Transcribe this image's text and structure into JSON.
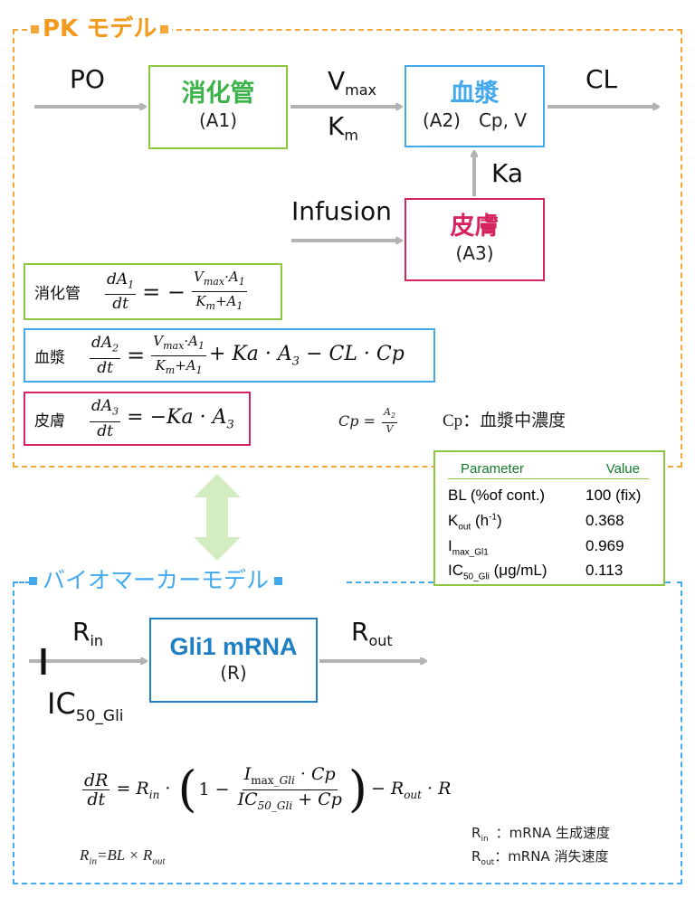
{
  "pk_model": {
    "title": "PK モデル",
    "inputs": {
      "po": "PO",
      "infusion": "Infusion"
    },
    "flow_labels": {
      "vmax_base": "V",
      "vmax_sub": "max",
      "km_base": "K",
      "km_sub": "m",
      "cl": "CL",
      "ka": "Ka"
    },
    "compartments": [
      {
        "id": "A1",
        "name": "消化管",
        "label": "(A1)",
        "color": "#3bb34a"
      },
      {
        "id": "A2",
        "name": "血漿",
        "label": "(A2)　Cp, V",
        "color": "#43a9ee"
      },
      {
        "id": "A3",
        "name": "皮膚",
        "label": "(A3)",
        "color": "#d6245f"
      }
    ],
    "equations": [
      {
        "name": "消化管",
        "lhs_num": "dA",
        "lhs_num_sub": "1",
        "lhs_den": "dt",
        "sign": "= −",
        "rhs_num": "V",
        "rhs_num_sub": "max",
        "rhs_num_rest": "·A",
        "rhs_num_rest_sub": "1",
        "rhs_den": "K",
        "rhs_den_sub": "m",
        "rhs_den_rest": "+A",
        "rhs_den_rest_sub": "1",
        "tail": ""
      },
      {
        "name": "血漿",
        "lhs_num": "dA",
        "lhs_num_sub": "2",
        "lhs_den": "dt",
        "sign": "=",
        "rhs_num": "V",
        "rhs_num_sub": "max",
        "rhs_num_rest": "·A",
        "rhs_num_rest_sub": "1",
        "rhs_den": "K",
        "rhs_den_sub": "m",
        "rhs_den_rest": "+A",
        "rhs_den_rest_sub": "1",
        "tail": "+ Ka · A",
        "tail_sub": "3",
        "tail2": " − CL · Cp"
      },
      {
        "name": "皮膚",
        "lhs_num": "dA",
        "lhs_num_sub": "3",
        "lhs_den": "dt",
        "rhs": "= −Ka · A",
        "rhs_sub": "3"
      }
    ],
    "cp_equation": {
      "lhs": "Cp =",
      "num": "A",
      "num_sub": "2",
      "den": "V"
    },
    "cp_definition": "Cp：血漿中濃度"
  },
  "parameter_table": {
    "headers": [
      "Parameter",
      "Value"
    ],
    "rows": [
      {
        "param": "BL (%of cont.)",
        "value": "100 (fix)"
      },
      {
        "param_base": "K",
        "param_sub": "out",
        "param_rest": " (h",
        "param_sup": "-1",
        "param_end": ")",
        "value": "0.368"
      },
      {
        "param_base": "I",
        "param_sub": "max_Gl1",
        "value": "0.969"
      },
      {
        "param_base": "IC",
        "param_sub": "50_Gli",
        "param_rest": " (μg/mL)",
        "value": "0.113"
      }
    ]
  },
  "biomarker_model": {
    "title": "バイオマーカーモデル",
    "compartment": {
      "name": "Gli1 mRNA",
      "label": "(R)",
      "color": "#1f7fc4"
    },
    "rin_label": {
      "base": "R",
      "sub": "in"
    },
    "rout_label": {
      "base": "R",
      "sub": "out"
    },
    "inhibitor_label": {
      "base": "IC",
      "sub": "50_Gli"
    },
    "equation": {
      "lhs_num": "dR",
      "lhs_den": "dt",
      "eq_rin": "= R",
      "eq_rin_sub": "in",
      "dot": " · ",
      "one_minus": "1 −",
      "inner_num": "I",
      "inner_num_sub1": "max",
      "inner_num_sub2": "_Gli",
      "inner_num_rest": " · Cp",
      "inner_den": "IC",
      "inner_den_sub": "50_Gli",
      "inner_den_rest": " + Cp",
      "tail": "− R",
      "tail_sub": "out",
      "tail_rest": " · R"
    },
    "rin_equation": {
      "lhs": "R",
      "lhs_sub": "in",
      "rhs": "=BL × R",
      "rhs_sub": "out"
    },
    "legend": [
      {
        "base": "R",
        "sub": "in",
        "text": "：mRNA 生成速度"
      },
      {
        "base": "R",
        "sub": "out",
        "text": "：mRNA 消失速度"
      }
    ]
  }
}
